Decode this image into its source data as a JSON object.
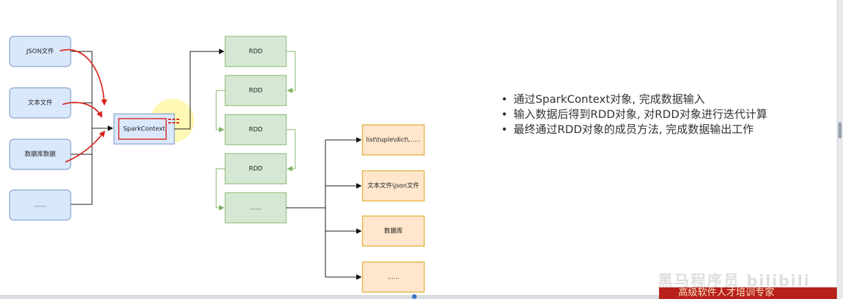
{
  "sources": [
    {
      "label": "JSON文件"
    },
    {
      "label": "文本文件"
    },
    {
      "label": "数据库数据"
    },
    {
      "label": "......"
    }
  ],
  "context": {
    "label": "SparkContext"
  },
  "rdds": [
    {
      "label": "RDD"
    },
    {
      "label": "RDD"
    },
    {
      "label": "RDD"
    },
    {
      "label": "RDD"
    },
    {
      "label": "......"
    }
  ],
  "outputs": [
    {
      "label": "list\\tuple\\dict\\......"
    },
    {
      "label": "文本文件\\json文件"
    },
    {
      "label": "数据库"
    },
    {
      "label": "......"
    }
  ],
  "bullets": [
    "通过SparkContext对象, 完成数据输入",
    "输入数据后得到RDD对象, 对RDD对象进行迭代计算",
    "最终通过RDD对象的成员方法, 完成数据输出工作"
  ],
  "watermark": "黑马程序员 bilibili",
  "banner": "高级软件人才培训专家",
  "colors": {
    "source_fill": "#dae8fc",
    "source_stroke": "#6c8ebf",
    "rdd_fill": "#d5e8d4",
    "rdd_stroke": "#82b366",
    "output_fill": "#ffe6cc",
    "output_stroke": "#d79b00",
    "annotation_red": "#d9241c",
    "highlight": "#fff7a8"
  }
}
